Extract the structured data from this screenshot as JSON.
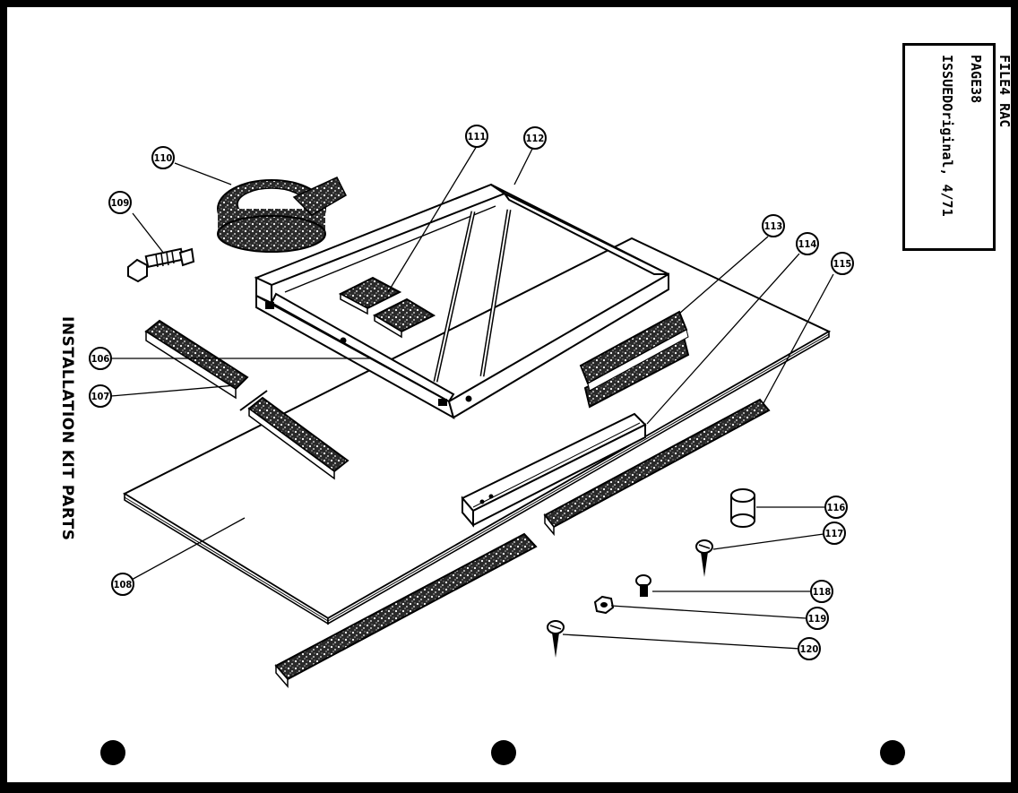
{
  "sheet_info": {
    "file_label": "FILE",
    "file_value": "4 RAC",
    "page_label": "PAGE",
    "page_value": "38",
    "issued_label": "ISSUED",
    "issued_value": "Original, 4/71"
  },
  "title": "INSTALLATION KIT PARTS",
  "callouts": [
    "106",
    "107",
    "108",
    "109",
    "110",
    "111",
    "112",
    "113",
    "114",
    "115",
    "116",
    "117",
    "118",
    "119",
    "120"
  ]
}
